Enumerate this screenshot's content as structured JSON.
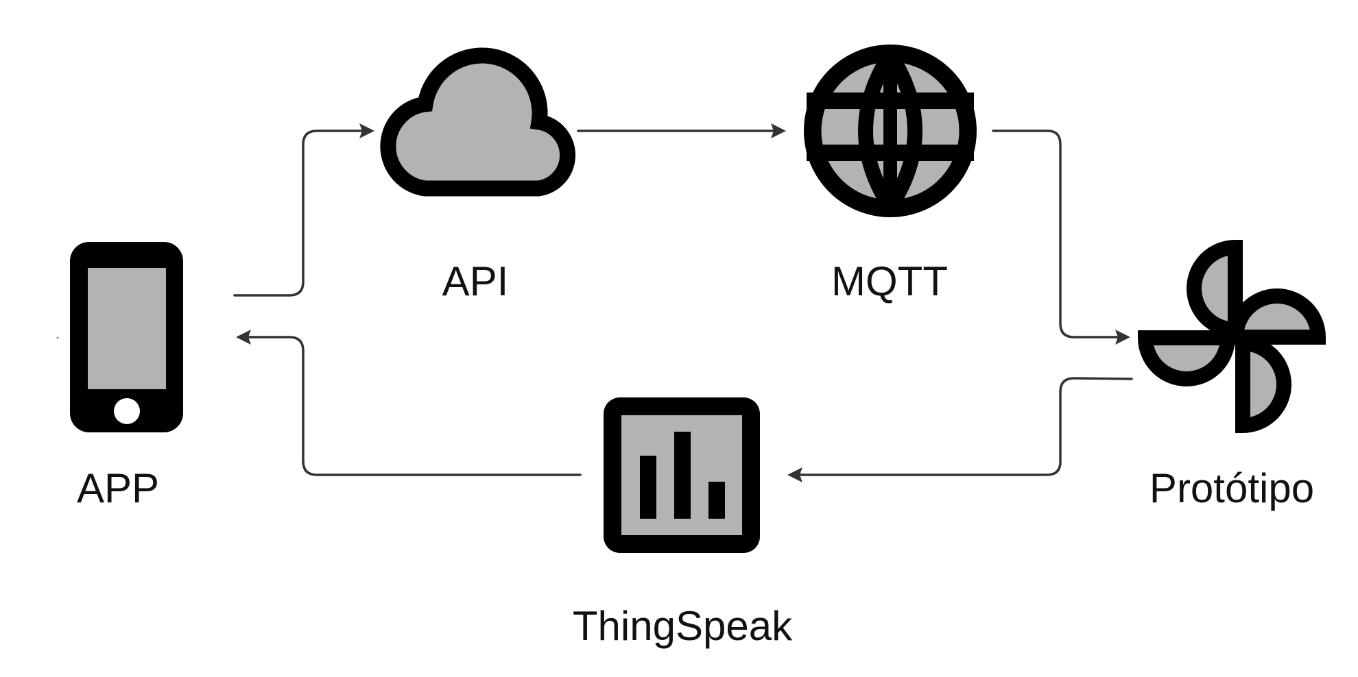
{
  "nodes": {
    "app": {
      "label": "APP",
      "icon": "smartphone-icon"
    },
    "api": {
      "label": "API",
      "icon": "cloud-icon"
    },
    "mqtt": {
      "label": "MQTT",
      "icon": "globe-icon"
    },
    "prototype": {
      "label": "Protótipo",
      "icon": "pinwheel-icon"
    },
    "thingspeak": {
      "label": "ThingSpeak",
      "icon": "bar-chart-icon"
    }
  },
  "edges": [
    {
      "from": "app",
      "to": "api"
    },
    {
      "from": "api",
      "to": "mqtt"
    },
    {
      "from": "mqtt",
      "to": "prototype"
    },
    {
      "from": "prototype",
      "to": "thingspeak"
    },
    {
      "from": "thingspeak",
      "to": "app"
    }
  ],
  "colors": {
    "icon_outline": "#000000",
    "icon_fill": "#b3b3b3",
    "connector": "#333333",
    "background": "#ffffff"
  }
}
